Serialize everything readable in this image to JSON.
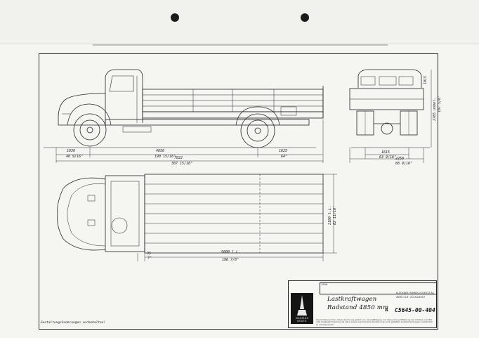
{
  "drawing": {
    "title_line1": "Lastkraftwagen",
    "title_line2": "Radstand 4850 mm",
    "number": "C5645-00-404",
    "manufacturer_line1": "KLÖCKNER-HUMBOLDT-DEUTZ AG",
    "manufacturer_line2": "WERK ULM · KÖLN-DEUTZ",
    "logo_text_1": "MAGIRUS",
    "logo_text_2": "DEUTZ",
    "revision": "A",
    "date": "1956",
    "footnote": "Gestaltungsänderungen vorbehalten!",
    "legal": "Das Urheberrecht an dieser Zeichnung gehört uns. Vervielfältigung und Verwendung, Mitteilung des Inhaltes an Dritte oder Zugänglichmachung ist ohne unsere ausdrückliche Zustimmung nicht gestattet. Zuwiderhandlungen verpflichten zu Schadenersatz."
  },
  "dimensions": {
    "front_overhang": "1030",
    "front_overhang_in": "40 9/16\"",
    "wheelbase": "4850",
    "wheelbase_in": "190 15/16\"",
    "overall_length": "7822",
    "overall_length_in": "307 15/16\"",
    "rear_overhang": "1625",
    "rear_overhang_in": "64\"",
    "track": "1615",
    "track_in": "63 9/16\"",
    "overall_width": "2250",
    "overall_width_in": "88 9/16\"",
    "height_right": "2785 unbel.",
    "height_right_in": "107 5/8\"",
    "height_cab": "1015",
    "platform_length": "5000 l.L.",
    "platform_length_in": "196 7/8\"",
    "platform_width": "2100 l.L.",
    "platform_width_in": "82 11/16\"",
    "small_left_1": "35",
    "small_left_2": "7\""
  }
}
